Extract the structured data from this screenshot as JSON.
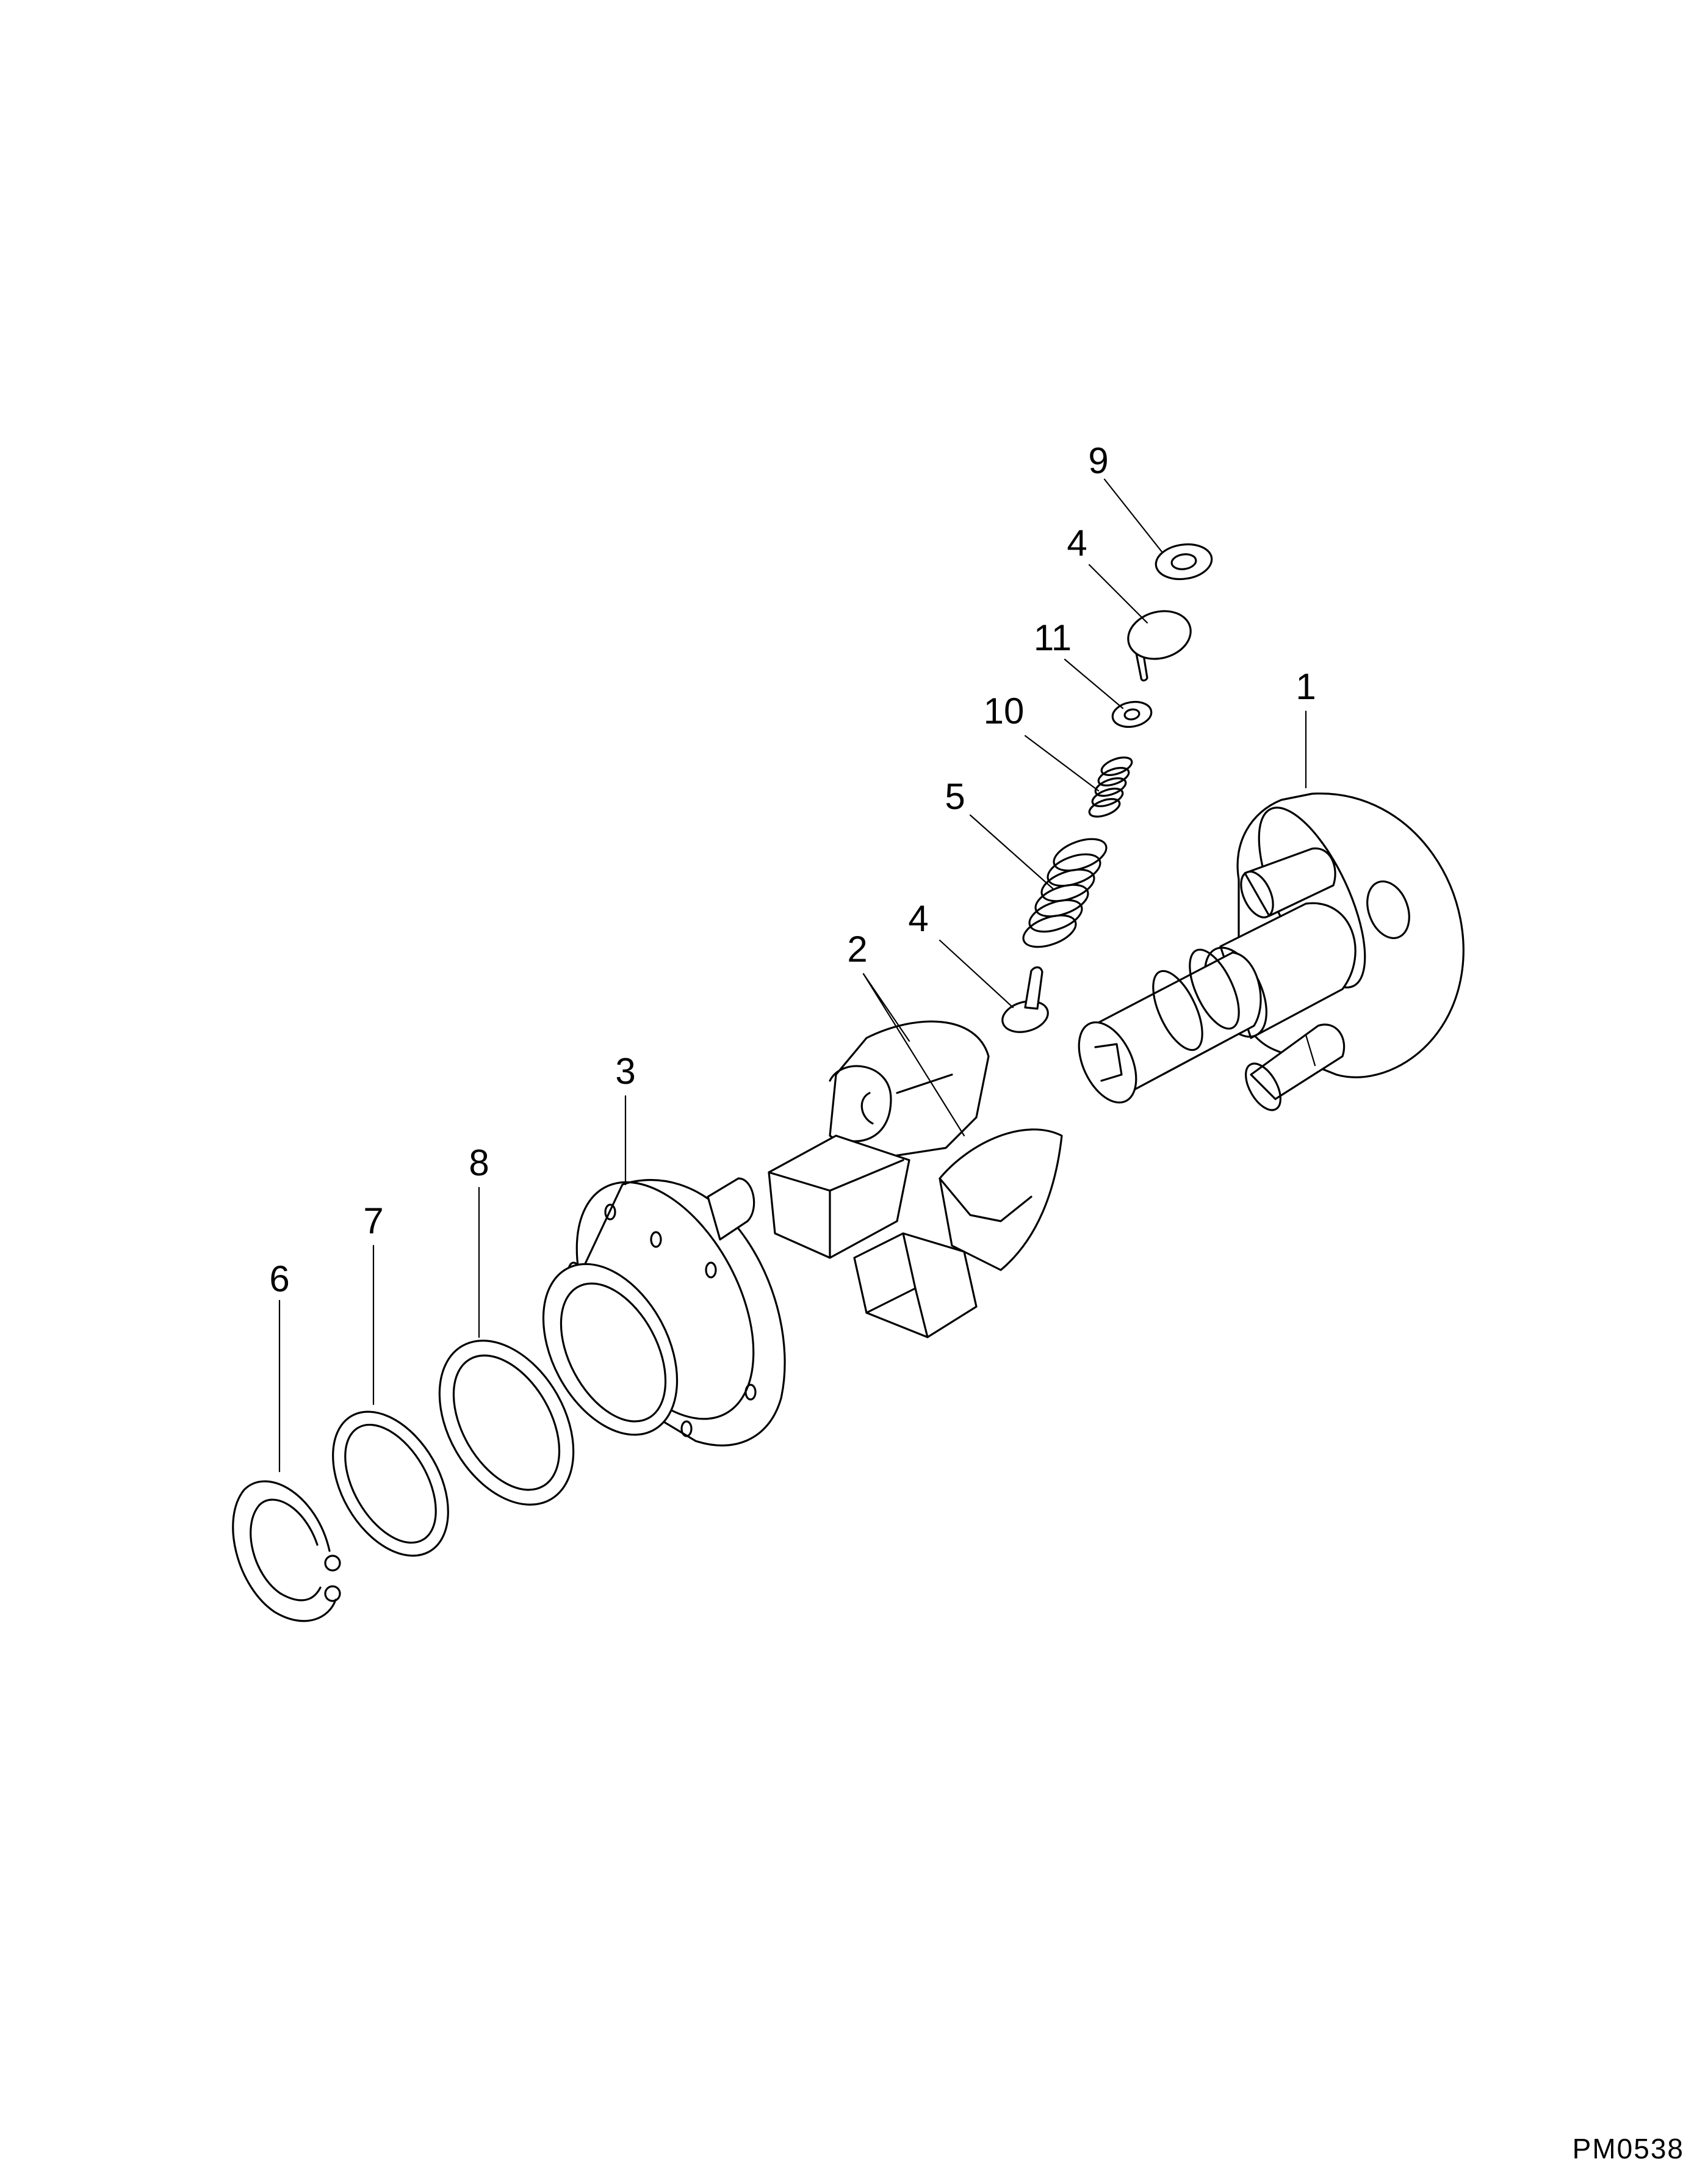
{
  "drawing_code": "PM0538",
  "callouts": {
    "c1": "1",
    "c2": "2",
    "c3": "3",
    "c4a": "4",
    "c4b": "4",
    "c5": "5",
    "c6": "6",
    "c7": "7",
    "c8": "8",
    "c9": "9",
    "c10": "10",
    "c11": "11"
  }
}
